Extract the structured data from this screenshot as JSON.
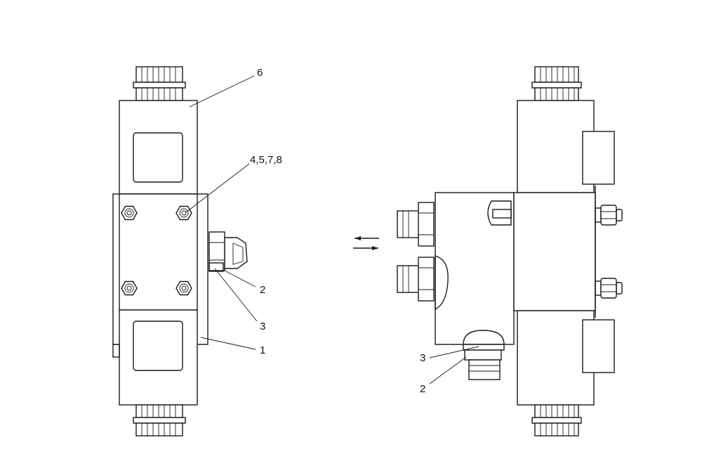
{
  "diagram": {
    "views": [
      "front-view",
      "side-view"
    ],
    "callouts": {
      "front_view": [
        {
          "id": "callout-6",
          "text": "6"
        },
        {
          "id": "callout-4578",
          "text": "4,5,7,8"
        },
        {
          "id": "callout-2",
          "text": "2"
        },
        {
          "id": "callout-3",
          "text": "3"
        },
        {
          "id": "callout-1",
          "text": "1"
        }
      ],
      "side_view": [
        {
          "id": "callout-3-side",
          "text": "3"
        },
        {
          "id": "callout-2-side",
          "text": "2"
        }
      ]
    },
    "flow_arrows": [
      "arrow-left",
      "arrow-right"
    ],
    "line_color": "#1a1a1a",
    "background": "#ffffff"
  }
}
